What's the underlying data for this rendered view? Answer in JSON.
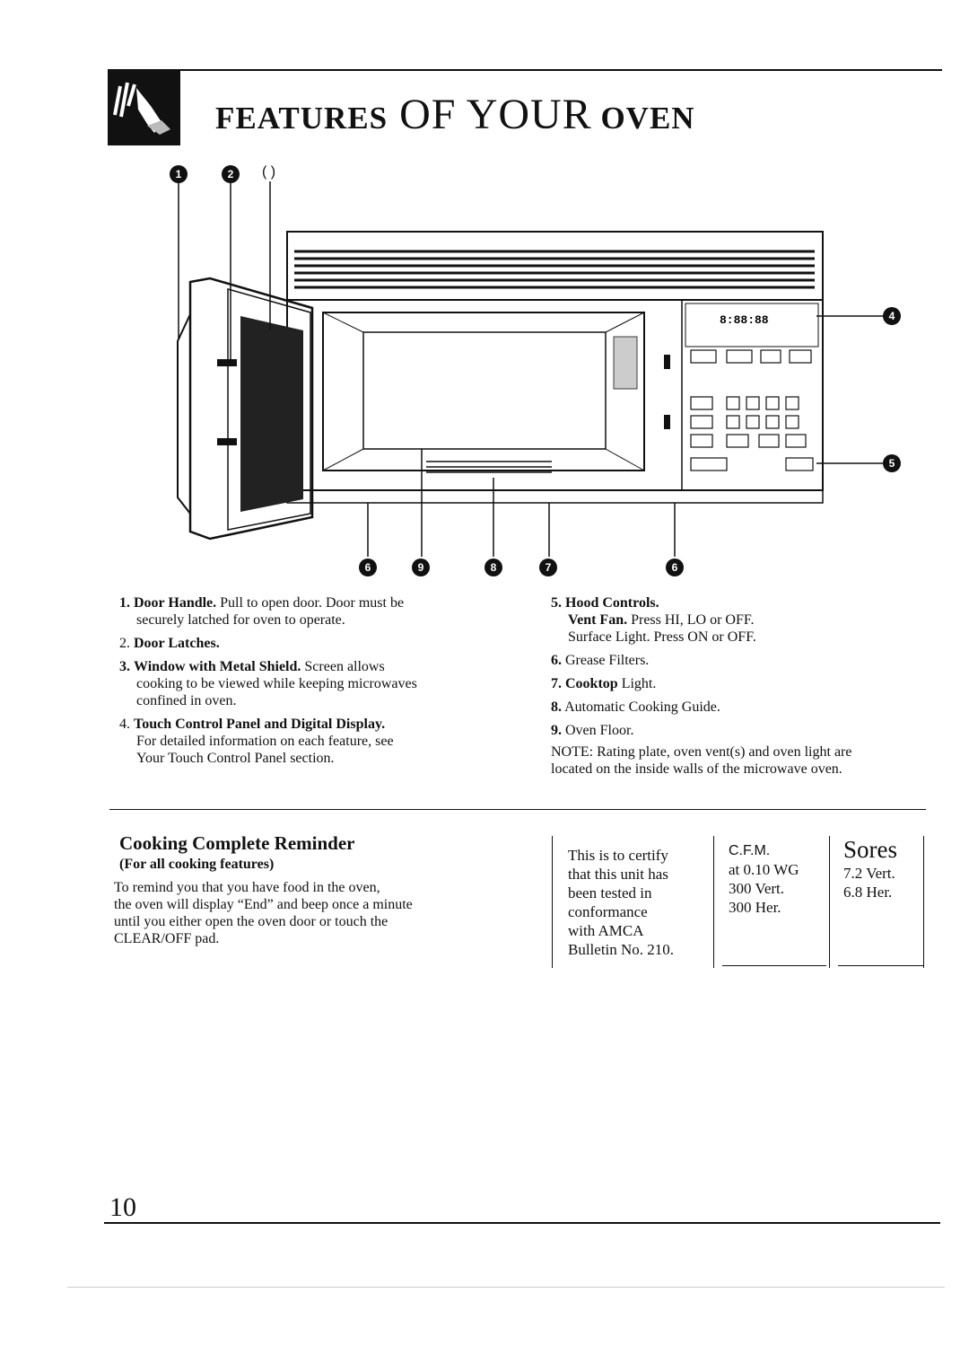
{
  "header": {
    "title_parts": [
      "FEATURES",
      " OF ",
      "YOUR",
      " OVEN"
    ],
    "icon": "hand-pressing-button-icon"
  },
  "diagram": {
    "callouts_top": [
      "1",
      "2",
      "( )"
    ],
    "callouts_right": [
      "4",
      "5"
    ],
    "callouts_bottom": [
      "6",
      "9",
      "8",
      "7",
      "6"
    ],
    "display_readout": "8:88:88"
  },
  "features_left": [
    {
      "num": "1.",
      "label": "Door Handle.",
      "text": " Pull to open door. Door must be",
      "more": "securely latched for oven to operate."
    },
    {
      "num": "2.",
      "label": "Door Latches.",
      "text": "",
      "more": ""
    },
    {
      "num": "3.",
      "label": "Window with Metal Shield.",
      "text": " Screen allows",
      "more": "cooking to be viewed while keeping microwaves",
      "more2": "confined in oven."
    },
    {
      "num": "4.",
      "label": "Touch Control Panel and Digital Display.",
      "text": "",
      "more": "For detailed information on each feature, see",
      "more2": "Your Touch Control Panel section."
    }
  ],
  "features_right": [
    {
      "num": "5.",
      "label": "Hood Controls.",
      "line2_label": "Vent Fan.",
      "line2_text": " Press HI, LO or OFF.",
      "line3": "Surface Light. Press ON or OFF."
    },
    {
      "num": "6.",
      "text": "Grease Filters."
    },
    {
      "num": "7.",
      "label": "Cooktop",
      "text": " Light."
    },
    {
      "num": "8.",
      "text": "Automatic Cooking Guide."
    },
    {
      "num": "9.",
      "text": "Oven Floor."
    }
  ],
  "note": {
    "label": "NOTE:",
    "text": " Rating plate, oven vent(s) and oven light are",
    "text2": "located on the inside walls of the microwave oven."
  },
  "reminder": {
    "heading": "Cooking Complete Reminder",
    "subheading": "(For all cooking features)",
    "body": [
      "To remind you that you have food in the oven,",
      "the oven will display “End” and beep once a minute",
      "until you either open the oven door or touch the",
      "CLEAR/OFF pad."
    ]
  },
  "certification": {
    "statement": [
      "This is to certify",
      "that this unit has",
      "been tested in",
      "conformance",
      "with AMCA",
      "Bulletin No. 210."
    ],
    "cfm": [
      "C.F.M.",
      "at 0.10 WG",
      "300 Vert.",
      "300 Her."
    ],
    "sones_heading": "Sores",
    "sones": [
      "7.2 Vert.",
      "6.8 Her."
    ]
  },
  "page_number": "10"
}
